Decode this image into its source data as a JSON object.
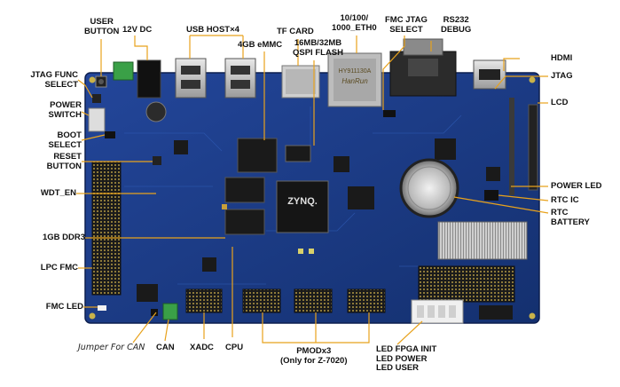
{
  "labels": {
    "user_button": "USER\nBUTTON",
    "dc_12v": "12V DC",
    "usb_host": "USB HOST×4",
    "emmc": "4GB eMMC",
    "tf_card": "TF CARD",
    "ethernet": "10/100/\n1000_ETH0",
    "qspi_flash": "16MB/32MB\nQSPI FLASH",
    "fmc_jtag": "FMC JTAG\nSELECT",
    "rs232": "RS232\nDEBUG",
    "hdmi": "HDMI",
    "jtag": "JTAG",
    "lcd": "LCD",
    "jtag_func": "JTAG FUNC\nSELECT",
    "power_switch": "POWER\nSWITCH",
    "boot_select": "BOOT\nSELECT",
    "reset_button": "RESET\nBUTTON",
    "wdt_en": "WDT_EN",
    "ddr3": "1GB DDR3",
    "lpc_fmc": "LPC FMC",
    "fmc_led": "FMC LED",
    "power_led": "POWER LED",
    "rtc_ic": "RTC IC",
    "rtc_battery": "RTC\nBATTERY",
    "jumper_can": "Jumper For CAN",
    "can": "CAN",
    "xadc": "XADC",
    "cpu": "CPU",
    "pmod": "PMODx3\n(Only for Z-7020)",
    "led_group": "LED FPGA INIT\nLED POWER\nLED USER"
  },
  "chip_text": {
    "zynq": "ZYNQ.",
    "eth_chip_brand": "HanRun",
    "eth_chip_model": "HY911130A"
  },
  "colors": {
    "board": "#1c3c8c",
    "board_dark": "#12296a",
    "leader": "#e8a21c",
    "chip": "#1a1a1a",
    "label": "#111111"
  }
}
